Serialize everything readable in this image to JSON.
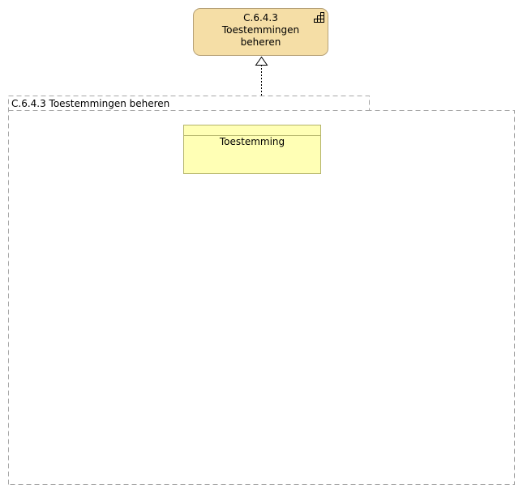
{
  "capability": {
    "label": "C.6.4.3\nToestemmingen\nbeheren",
    "icon": "capability-icon",
    "color": "#f5dea6"
  },
  "relationship": {
    "type": "realization"
  },
  "grouping": {
    "label": "C.6.4.3 Toestemmingen beheren"
  },
  "business_object": {
    "label": "Toestemming",
    "color": "#ffffb5"
  }
}
